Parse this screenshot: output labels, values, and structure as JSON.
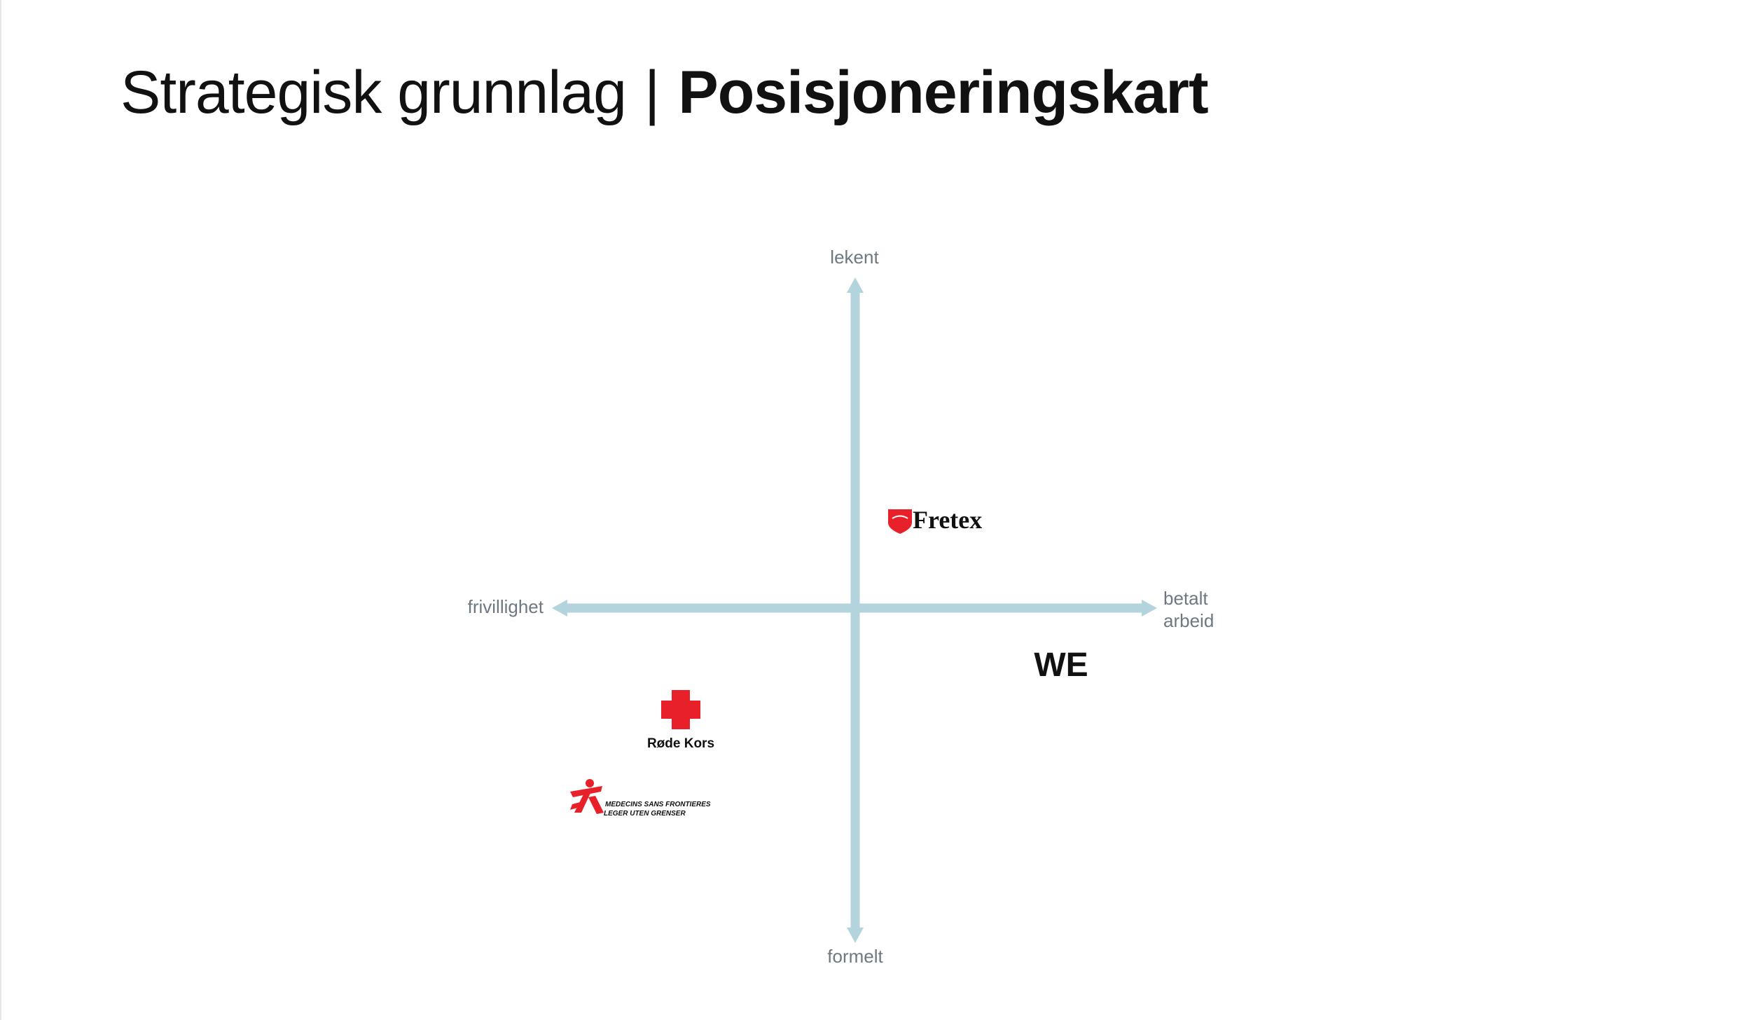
{
  "title": {
    "light": "Strategisk grunnlag",
    "separator": "|",
    "bold": "Posisjoneringskart"
  },
  "axes": {
    "top": "lekent",
    "bottom": "formelt",
    "left": "frivillighet",
    "right_line1": "betalt",
    "right_line2": "arbeid",
    "color": "#b3d3dd"
  },
  "items": {
    "we": "WE",
    "fretex": "Fretex",
    "rode_kors": "Røde Kors",
    "msf_line1": "MEDECINS SANS FRONTIERES",
    "msf_line2": "LEGER UTEN GRENSER"
  },
  "colors": {
    "red": "#e8202a",
    "text": "#111111",
    "axis_text": "#6f7880"
  }
}
